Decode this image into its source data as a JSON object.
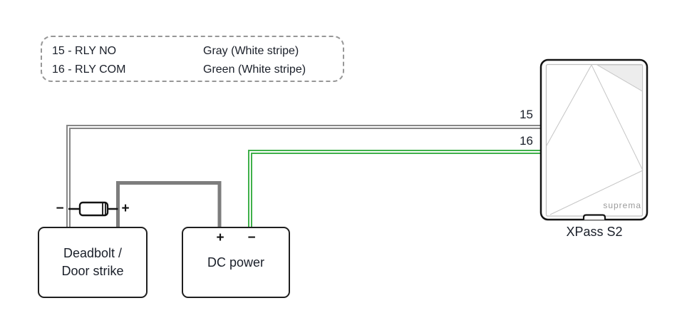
{
  "legend": {
    "rows": [
      {
        "pin": "15 - RLY NO",
        "wire": "Gray (White stripe)"
      },
      {
        "pin": "16 - RLY COM",
        "wire": "Green (White stripe)"
      }
    ]
  },
  "wires": {
    "relay_no": {
      "label": "15"
    },
    "relay_com": {
      "label": "16"
    }
  },
  "colors": {
    "wire_relay_no": "#878787",
    "wire_relay_com": "#3fb04a",
    "wire_stripe": "#ffffff",
    "wire_power": "#7d7d7d"
  },
  "device": {
    "name": "XPass S2",
    "brand": "suprema"
  },
  "components": {
    "deadbolt": {
      "label_line1": "Deadbolt /",
      "label_line2": "Door strike",
      "minus": "−",
      "plus": "+"
    },
    "dc_power": {
      "label": "DC power",
      "plus": "+",
      "minus": "−"
    }
  }
}
